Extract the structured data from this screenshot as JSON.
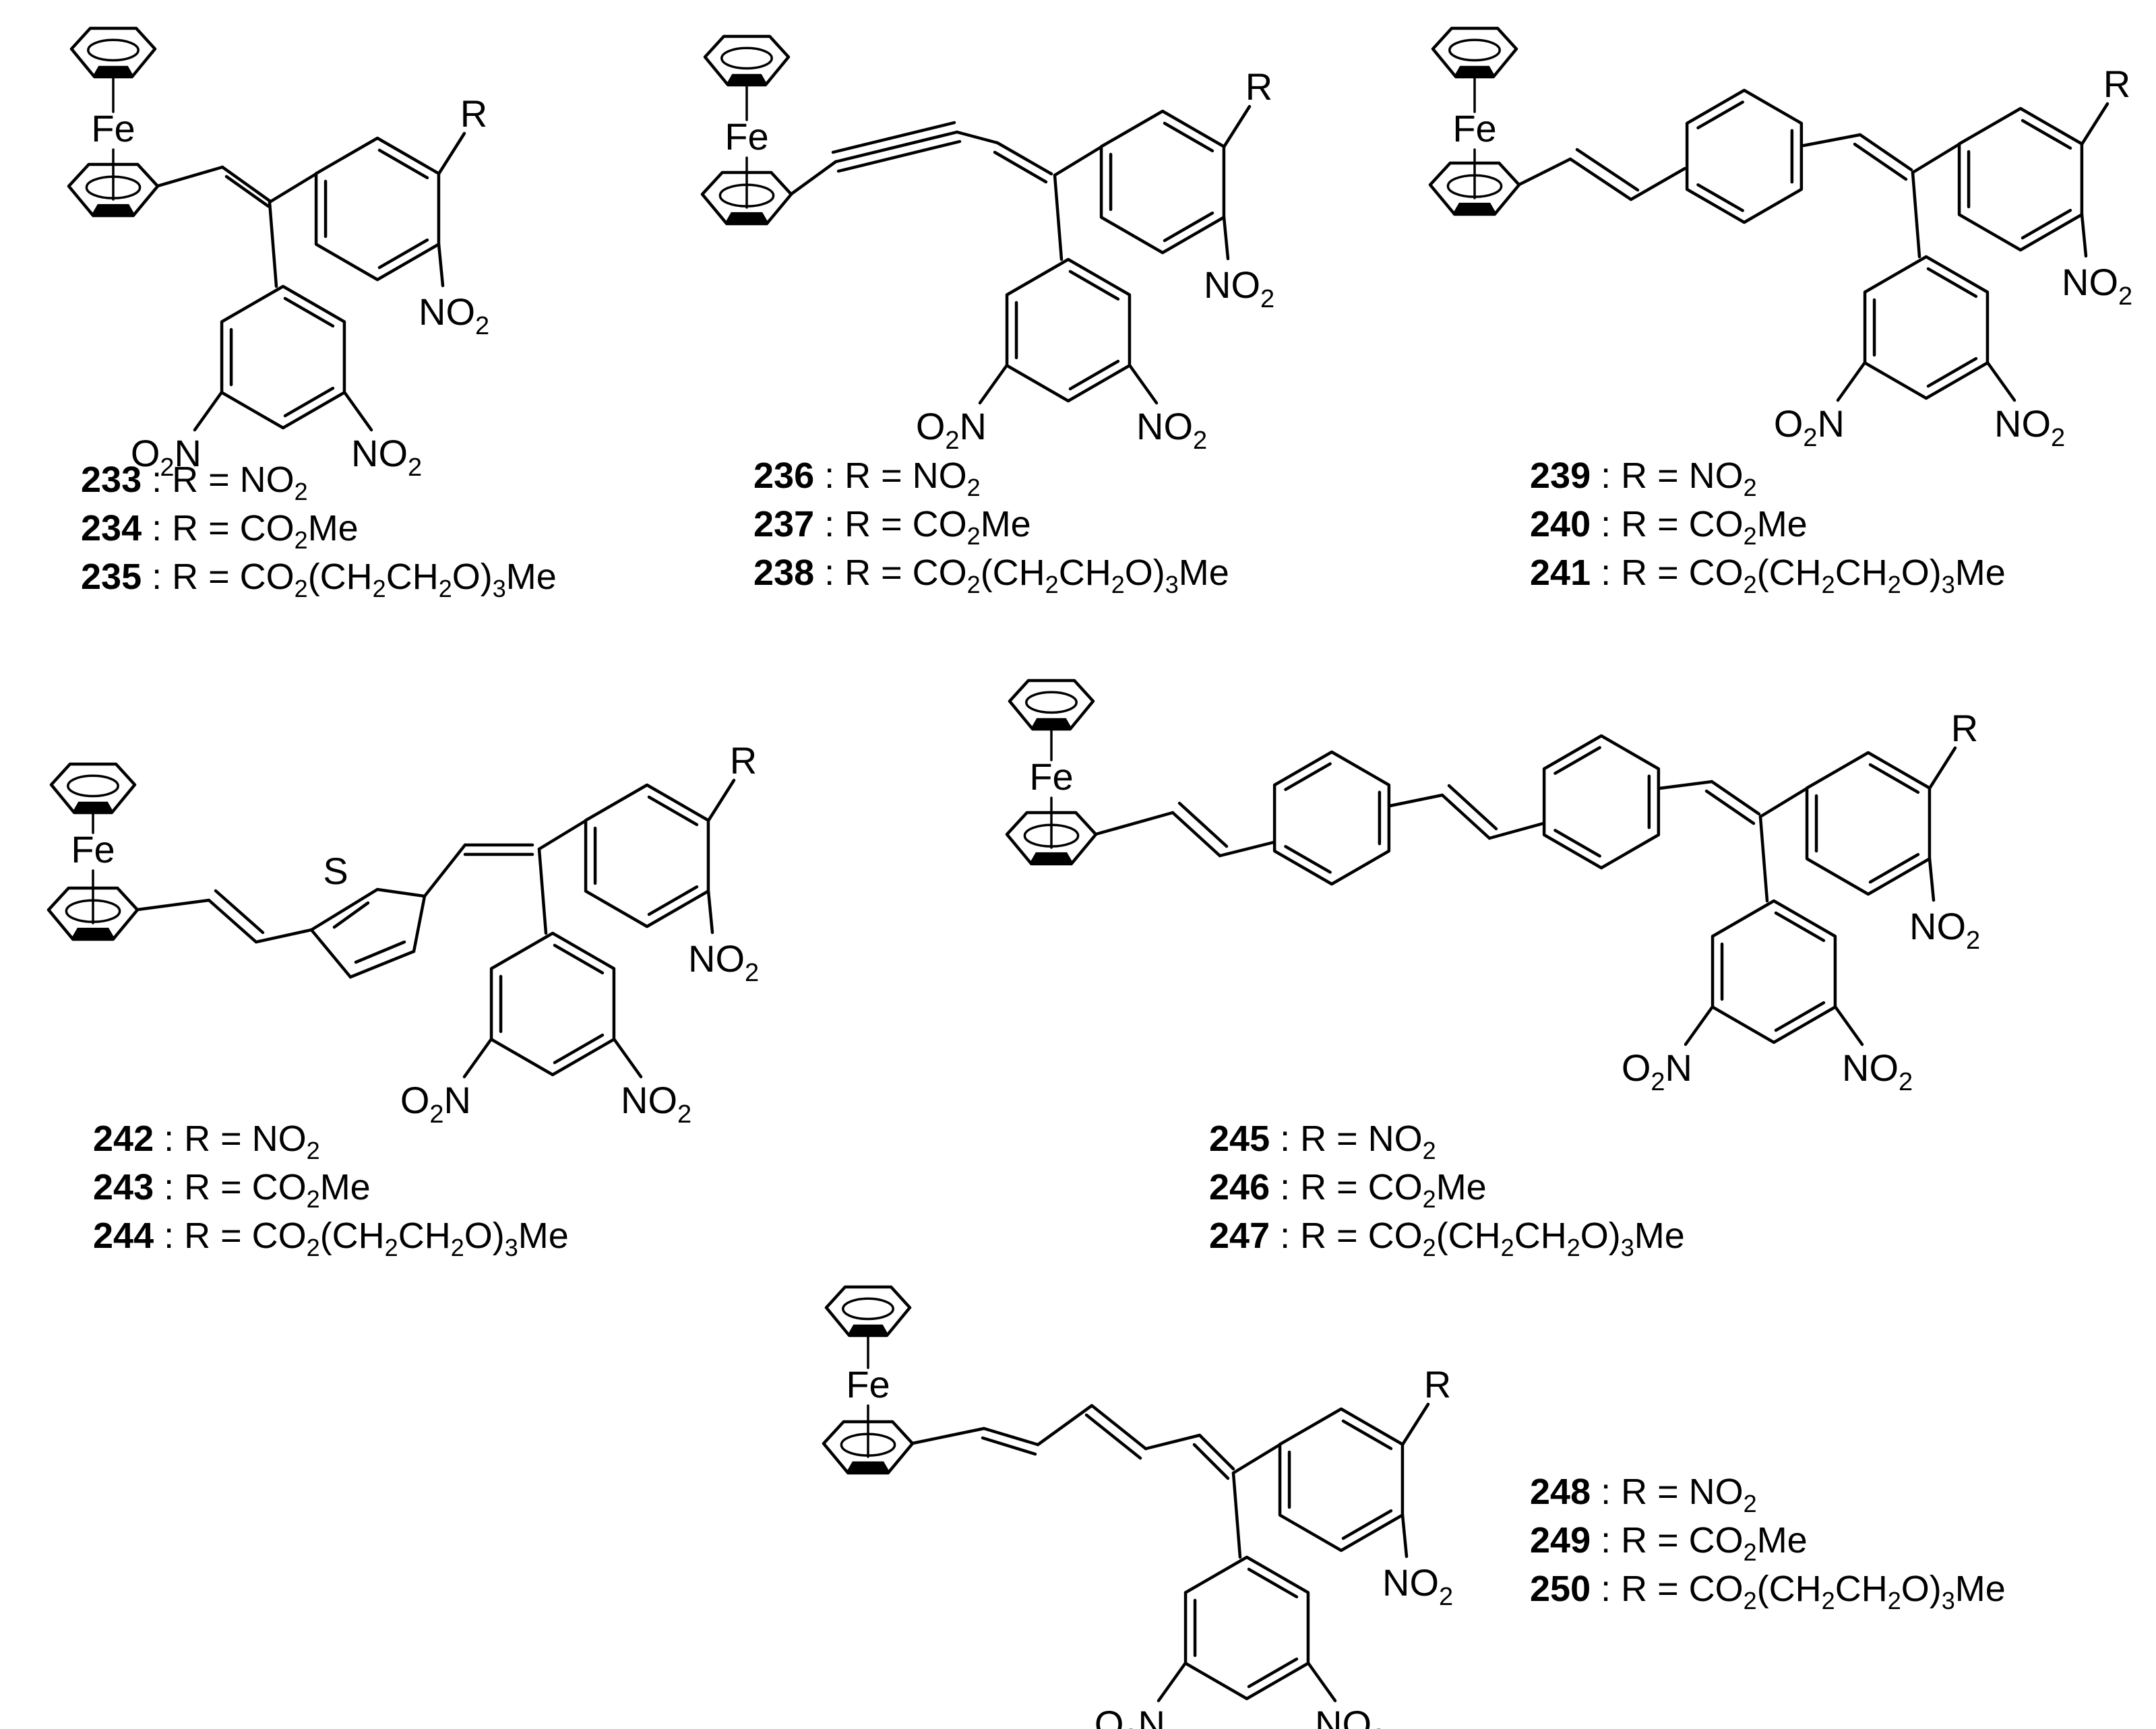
{
  "atoms": {
    "fe": "Fe",
    "r": "R",
    "s": "S"
  },
  "nitro": {
    "n_right": "NO",
    "o_left": "O",
    "n_after_sub": "N",
    "sub": "2"
  },
  "legend_parts": {
    "sep": " : R = ",
    "no": "NO",
    "co": "CO",
    "me": "Me",
    "peg_open": "(CH",
    "peg_mid": "CH",
    "peg_o": "O)",
    "two": "2",
    "three": "3"
  },
  "compound_groups": [
    {
      "ids": [
        "233",
        "234",
        "235"
      ]
    },
    {
      "ids": [
        "236",
        "237",
        "238"
      ]
    },
    {
      "ids": [
        "239",
        "240",
        "241"
      ]
    },
    {
      "ids": [
        "242",
        "243",
        "244"
      ]
    },
    {
      "ids": [
        "245",
        "246",
        "247"
      ]
    },
    {
      "ids": [
        "248",
        "249",
        "250"
      ]
    }
  ]
}
